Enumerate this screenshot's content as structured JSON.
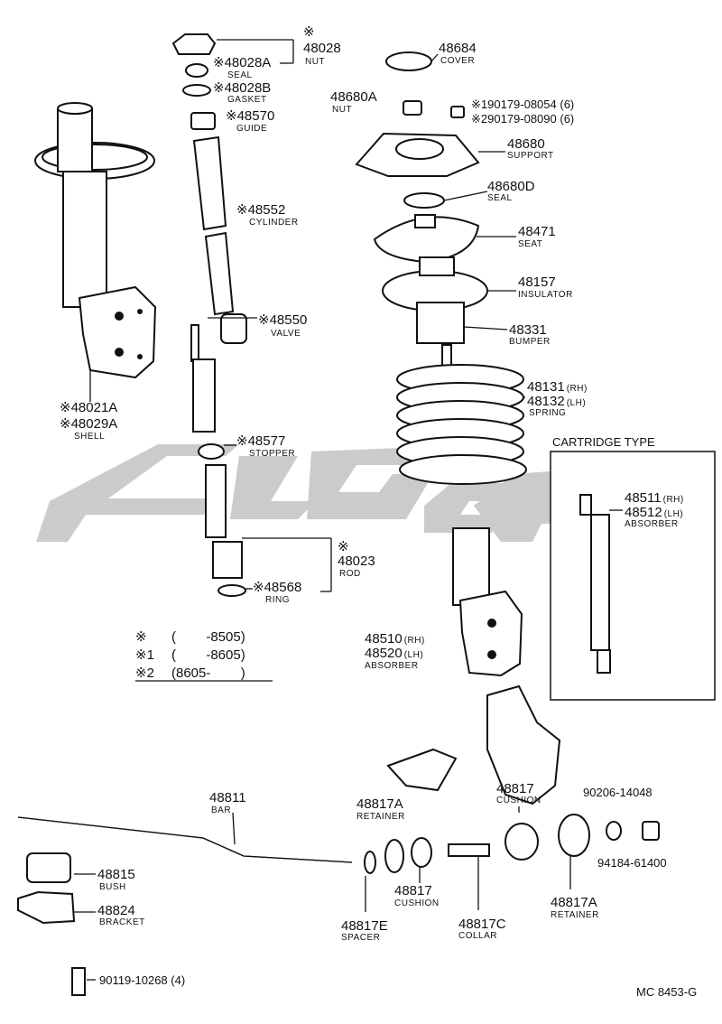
{
  "watermark": "watermark-logo",
  "cartridge_type_title": "CARTRIDGE TYPE",
  "drawing_code": "MC 8453-G",
  "legend": [
    {
      "mark": "※",
      "range": "(        -8505)"
    },
    {
      "mark": "※1",
      "range": "(        -8605)"
    },
    {
      "mark": "※2",
      "range": "(8605-        )"
    }
  ],
  "parts": {
    "nut_48028": {
      "number": "※\n48028",
      "line1": "※",
      "line2": "48028",
      "name": "NUT"
    },
    "seal_48028A": {
      "number": "※48028A",
      "name": "SEAL"
    },
    "gasket_48028B": {
      "number": "※48028B",
      "name": "GASKET"
    },
    "guide_48570": {
      "number": "※48570",
      "name": "GUIDE"
    },
    "cylinder_48552": {
      "number": "※48552",
      "name": "CYLINDER"
    },
    "valve_48550": {
      "number": "※48550",
      "name": "VALVE"
    },
    "stopper_48577": {
      "number": "※48577",
      "name": "STOPPER"
    },
    "rod_48023": {
      "line1": "※",
      "line2": "48023",
      "name": "ROD"
    },
    "ring_48568": {
      "number": "※48568",
      "name": "RING"
    },
    "shell": {
      "line1": "※48021A",
      "line2": "※48029A",
      "name": "SHELL"
    },
    "cover_48684": {
      "number": "48684",
      "name": "COVER"
    },
    "nut_48680A": {
      "number": "48680A",
      "name": "NUT"
    },
    "bolts": {
      "line1": "※190179-08054 (6)",
      "line2": "※290179-08090 (6)"
    },
    "support_48680": {
      "number": "48680",
      "name": "SUPPORT"
    },
    "seal_48680D": {
      "number": "48680D",
      "name": "SEAL"
    },
    "seat_48471": {
      "number": "48471",
      "name": "SEAT"
    },
    "insulator_48157": {
      "number": "48157",
      "name": "INSULATOR"
    },
    "bumper_48331": {
      "number": "48331",
      "name": "BUMPER"
    },
    "spring": {
      "line1": "48131",
      "line1_suffix": "(RH)",
      "line2": "48132",
      "line2_suffix": "(LH)",
      "name": "SPRING"
    },
    "absorber": {
      "line1": "48510",
      "line1_suffix": "(RH)",
      "line2": "48520",
      "line2_suffix": "(LH)",
      "name": "ABSORBER"
    },
    "cartridge_absorber": {
      "line1": "48511",
      "line1_suffix": "(RH)",
      "line2": "48512",
      "line2_suffix": "(LH)",
      "name": "ABSORBER"
    },
    "bar_48811": {
      "number": "48811",
      "name": "BAR"
    },
    "bush_48815": {
      "number": "48815",
      "name": "BUSH"
    },
    "bracket_48824": {
      "number": "48824",
      "name": "BRACKET"
    },
    "bolt_90119": {
      "number": "90119-10268 (4)"
    },
    "retainer_48817A_left": {
      "number": "48817A",
      "name": "RETAINER"
    },
    "cushion_48817_top": {
      "number": "48817",
      "name": "CUSHION"
    },
    "cushion_48817_bottom": {
      "number": "48817",
      "name": "CUSHION"
    },
    "spacer_48817E": {
      "number": "48817E",
      "name": "SPACER"
    },
    "collar_48817C": {
      "number": "48817C",
      "name": "COLLAR"
    },
    "retainer_48817A_right": {
      "number": "48817A",
      "name": "RETAINER"
    },
    "washer_90206": {
      "number": "90206-14048"
    },
    "nut_94184": {
      "number": "94184-61400"
    }
  }
}
